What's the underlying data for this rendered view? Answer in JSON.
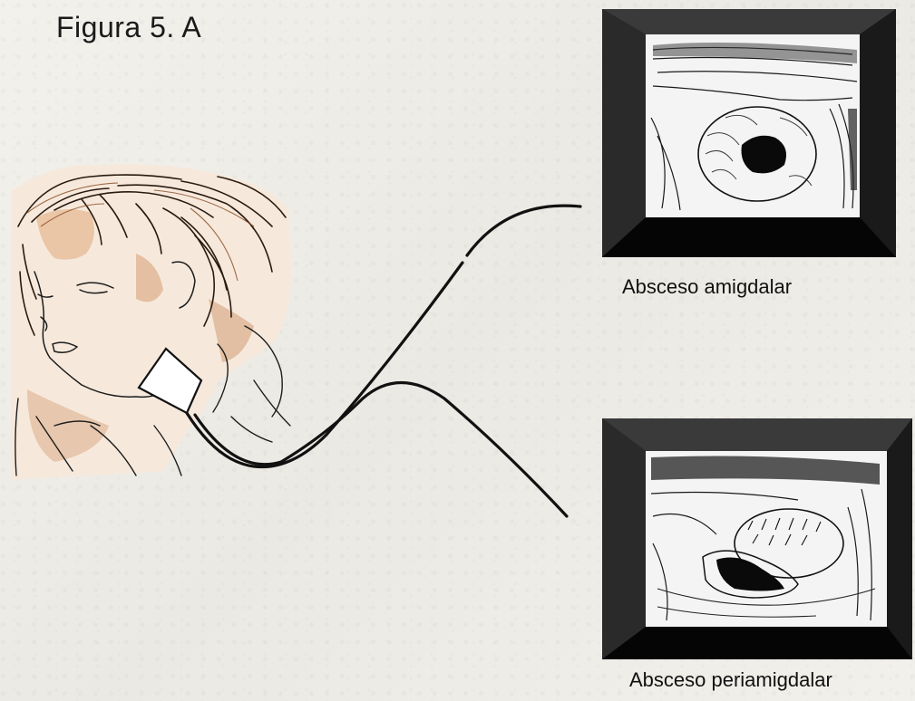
{
  "figure": {
    "title": "Figura 5. A"
  },
  "panels": {
    "top_caption": "Absceso amigdalar",
    "bottom_caption": "Absceso periamigdalar"
  },
  "colors": {
    "frame_dark": "#111111",
    "frame_mid": "#555555",
    "sketch_line": "#1d1d1d",
    "skin_tone": "#c98a5a",
    "hair_tone": "#8a4a22"
  }
}
